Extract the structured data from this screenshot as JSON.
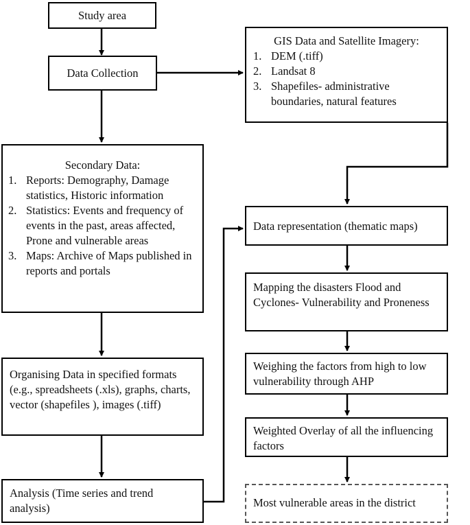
{
  "diagram": {
    "study_area": "Study area",
    "data_collection": "Data Collection",
    "gis": {
      "title": "GIS Data and Satellite Imagery:",
      "items": [
        {
          "num": "1.",
          "text": "DEM (.tiff)"
        },
        {
          "num": "2.",
          "text": "Landsat 8"
        },
        {
          "num": "3.",
          "text": "Shapefiles- administrative boundaries, natural features"
        }
      ]
    },
    "secondary": {
      "title": "Secondary Data:",
      "items": [
        {
          "num": "1.",
          "text": "Reports: Demography, Damage statistics, Historic information"
        },
        {
          "num": "2.",
          "text": "Statistics: Events and frequency of events in the past, areas affected, Prone and vulnerable areas"
        },
        {
          "num": "3.",
          "text": "Maps: Archive of Maps published in reports and portals"
        }
      ]
    },
    "organising": "Organising Data in specified formats (e.g., spreadsheets (.xls), graphs, charts, vector (shapefiles ), images (.tiff)",
    "analysis": "Analysis (Time series and trend analysis)",
    "data_representation": "Data representation (thematic maps)",
    "mapping": "Mapping the disasters Flood and Cyclones- Vulnerability and Proneness",
    "weighing": "Weighing the factors from high to low vulnerability through AHP",
    "weighted_overlay": "Weighted Overlay of all the influencing factors",
    "most_vulnerable": "Most vulnerable areas in the district"
  }
}
